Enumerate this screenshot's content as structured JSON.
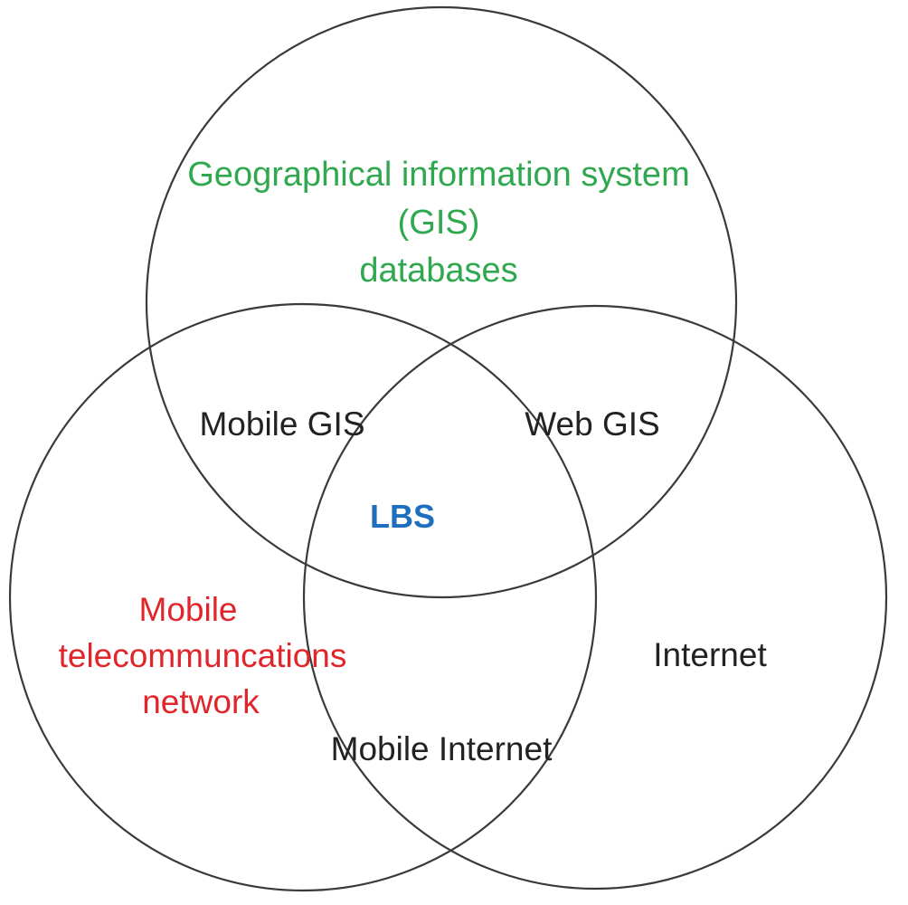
{
  "diagram": {
    "sets": {
      "gis": {
        "lines": [
          "Geographical information system",
          "(GIS)",
          "databases"
        ],
        "color": "#2fa84f"
      },
      "mobile_telecom": {
        "lines": [
          "Mobile",
          "telecommuncations",
          "network"
        ],
        "color": "#e0262b"
      },
      "internet": {
        "label": "Internet",
        "color": "#222222"
      }
    },
    "intersections": {
      "mobile_gis": "Mobile GIS",
      "web_gis": "Web GIS",
      "mobile_internet": "Mobile Internet",
      "center": {
        "label": "LBS",
        "color": "#1f6fbf"
      }
    },
    "outline_color": "#3a3a3a"
  }
}
